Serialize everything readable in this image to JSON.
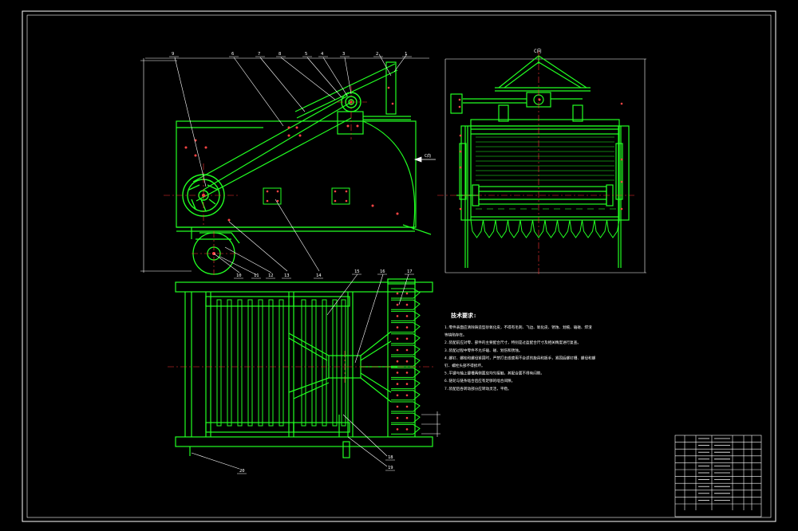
{
  "colors": {
    "background": "#000000",
    "frame": "#ffffff",
    "part": "#22ff22",
    "centerline": "#ff3333",
    "dimension": "#ffffff",
    "leader": "#ffffff",
    "fastener": "#ff4444",
    "text": "#ffffff"
  },
  "drawing": {
    "side_view": {
      "callouts": [
        "9",
        "6",
        "7",
        "8",
        "5",
        "4",
        "3",
        "2",
        "1"
      ],
      "bottom_callouts": [
        "10",
        "11",
        "12",
        "13",
        "14"
      ],
      "view_arrow": "C向"
    },
    "end_view": {
      "title": "C向"
    },
    "plan_view": {
      "top_callouts": [
        "15",
        "16",
        "17"
      ],
      "bottom_callouts": [
        "18",
        "19",
        "20"
      ]
    }
  },
  "technical_requirements": {
    "title": "技术要求:",
    "lines": [
      "1.零件表面应清除铸造型砂氧化皮，不得有毛刺、飞边、氧化皮、锈蚀、划痕、磕碰、焊渣",
      "等缺陷存在。",
      "2.装配前应对零、部件的主要配合尺寸，特别是过盈配合尺寸及相关精度进行复查。",
      "3.装配过程中零件不允许磕、碰、划伤和锈蚀。",
      "4.螺钉、螺栓和螺母紧固时，严禁打击或使用不合适的旋具和扳手，紧固后螺钉槽、螺母和螺",
      "钉、螺栓头部不得损坏。",
      "5.平键与轴上键槽两侧面应均匀接触，其配合面不得有间隙。",
      "6.链轮与链条啮合后应有足够的啮合间隙。",
      "7.装配后各转动部分应转动灵活，平稳。"
    ]
  },
  "title_block": {
    "rows": 11
  }
}
